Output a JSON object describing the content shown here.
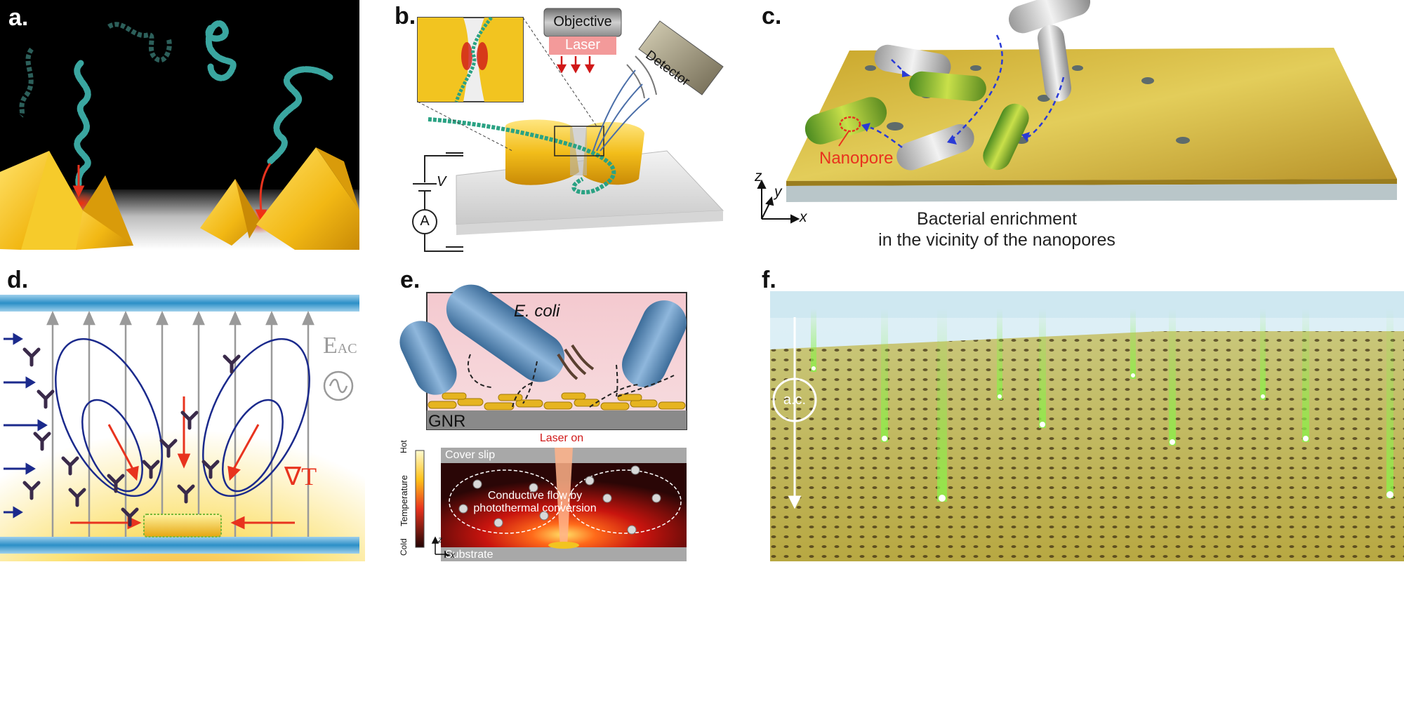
{
  "panels": {
    "a": {
      "label": "a."
    },
    "b": {
      "label": "b.",
      "objective": "Objective",
      "laser": "Laser",
      "detector": "Detector",
      "voltage": "V",
      "ammeter": "A"
    },
    "c": {
      "label": "c.",
      "nanopore": "Nanopore",
      "caption_line1": "Bacterial enrichment",
      "caption_line2": "in the vicinity of the nanopores",
      "axis_z": "z",
      "axis_y": "y",
      "axis_x": "x"
    },
    "d": {
      "label": "d.",
      "field_label": "E",
      "field_sub": "AC",
      "gradient_label": "∇T"
    },
    "e": {
      "label": "e.",
      "ecoli": "E. coli",
      "gnr": "GNR",
      "laser_on": "Laser on",
      "cover_slip": "Cover slip",
      "substrate": "Substrate",
      "flow_line1": "Conductive flow by",
      "flow_line2": "photothermal conversion",
      "scale_hot": "Hot",
      "scale_temperature": "Temperature",
      "scale_cold": "Cold",
      "axis_z": "z",
      "axis_x": "x"
    },
    "f": {
      "label": "f.",
      "ac": "a.c."
    }
  },
  "colors": {
    "gold": "#e8c21a",
    "dna_teal": "#3aa6a0",
    "arrow_red": "#e8331e",
    "flow_blue": "#1b2a8c",
    "glass_blue": "#4fa6d6"
  }
}
